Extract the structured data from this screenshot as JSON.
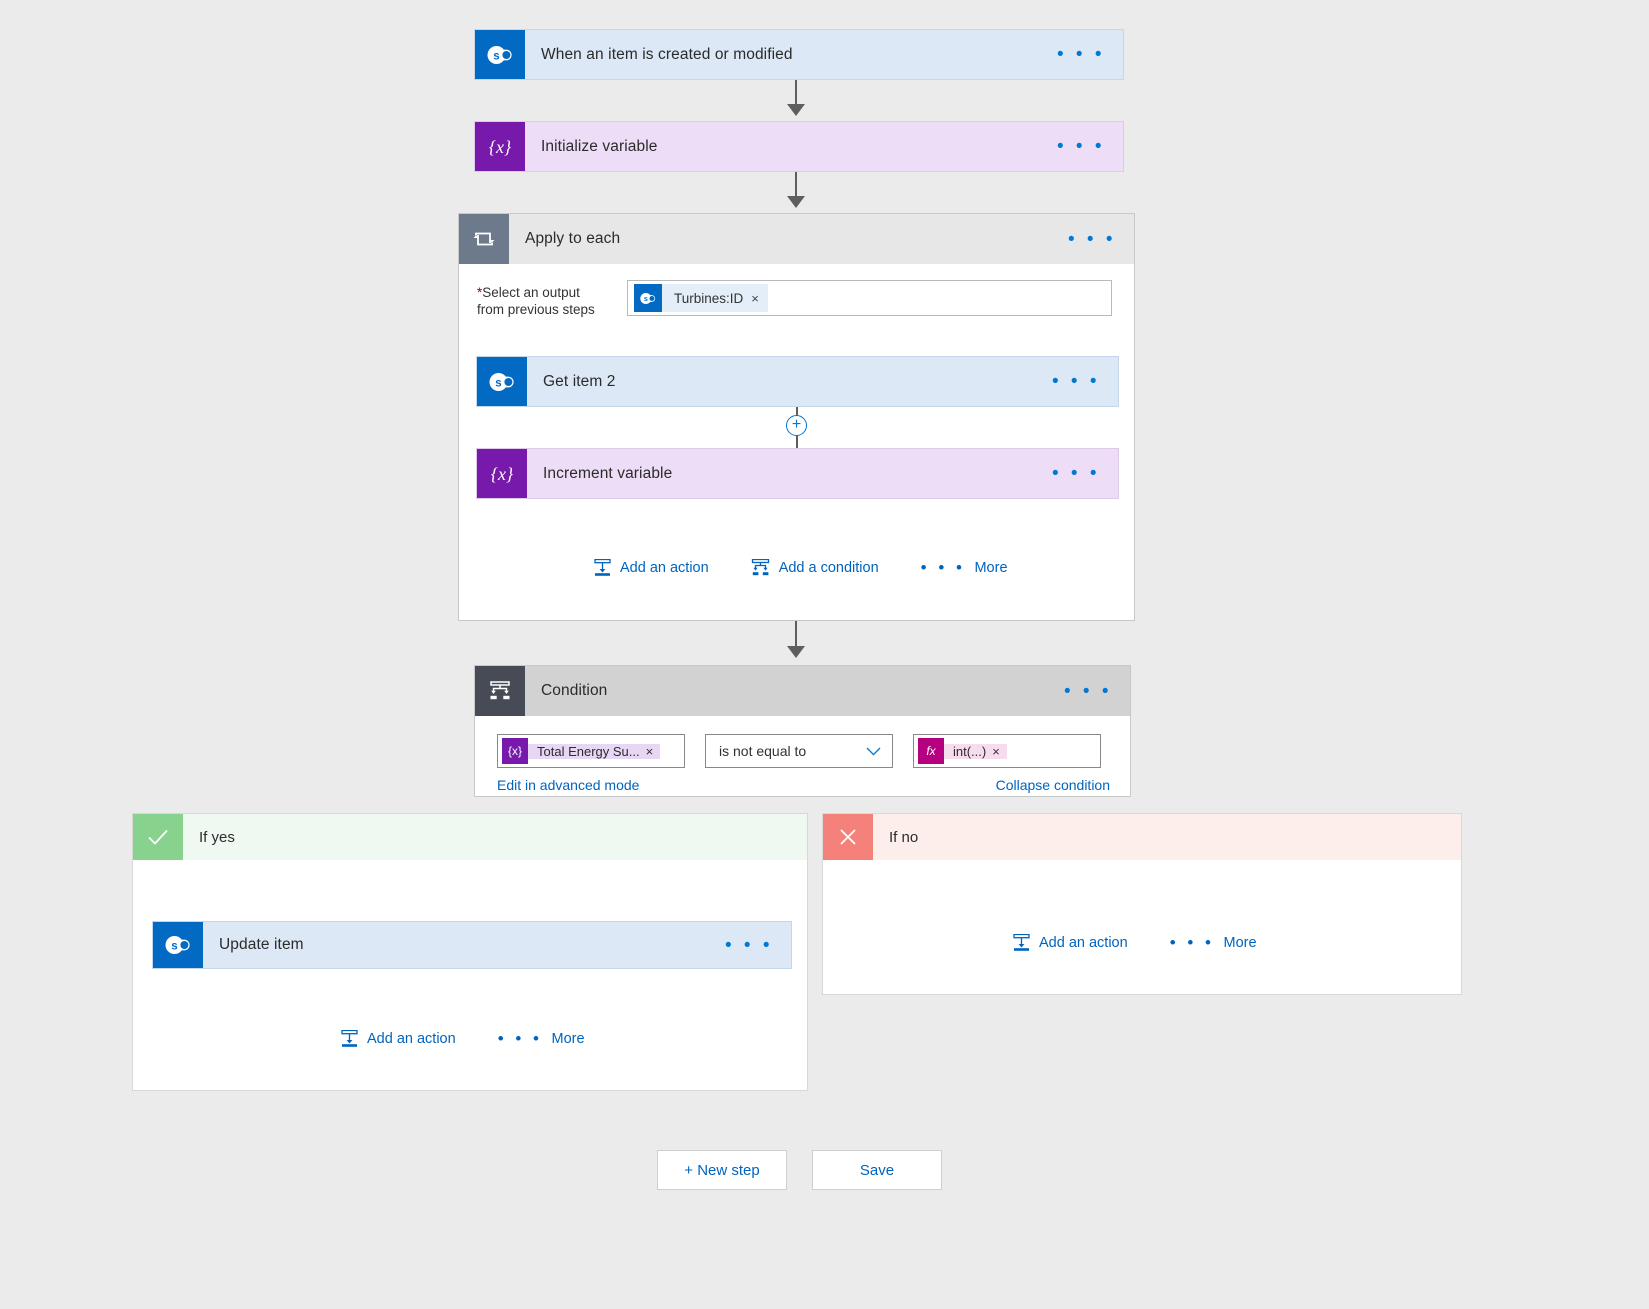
{
  "app": {
    "name": "Power Automate flow designer",
    "background_color": "#ebebeb",
    "accent_color": "#0078d4"
  },
  "steps": [
    {
      "id": "trigger",
      "title": "When an item is created or modified",
      "icon": "sharepoint-icon",
      "icon_color": "#036ac4",
      "body_color": "#dce8f5",
      "menu": "• • •"
    },
    {
      "id": "initialize-variable",
      "title": "Initialize variable",
      "icon": "variable-icon",
      "icon_color": "#7719aa",
      "body_color": "#eeddf7",
      "menu": "• • •"
    }
  ],
  "apply_to_each": {
    "title": "Apply to each",
    "icon": "loop-icon",
    "menu": "• • •",
    "field": {
      "required_marker": "*",
      "label": "Select an output from previous steps",
      "label_line1": "Select an output",
      "label_line2": "from previous steps",
      "token": {
        "icon": "sharepoint-icon",
        "label": "Turbines:ID",
        "remove": "×"
      }
    },
    "inner_steps": [
      {
        "id": "get-item-2",
        "title": "Get item 2",
        "icon": "sharepoint-icon",
        "icon_color": "#036ac4",
        "body_color": "#dce8f5",
        "menu": "• • •"
      },
      {
        "id": "increment-variable",
        "title": "Increment variable",
        "icon": "variable-icon",
        "icon_color": "#7719aa",
        "body_color": "#eeddf7",
        "menu": "• • •"
      }
    ],
    "insert_button": "+",
    "links": {
      "add_action": "Add an action",
      "add_condition": "Add a condition",
      "more": "More",
      "more_dots": "• • •"
    }
  },
  "condition": {
    "title": "Condition",
    "icon": "condition-icon",
    "menu": "• • •",
    "left_token": {
      "icon": "variable-icon",
      "label": "Total Energy Su...",
      "remove": "×"
    },
    "operator": {
      "selected": "is not equal to",
      "chevron": "∨"
    },
    "right_token": {
      "icon": "function-icon",
      "label": "int(...)",
      "remove": "×"
    },
    "advanced_link": "Edit in advanced mode",
    "collapse_link": "Collapse condition"
  },
  "branches": {
    "yes": {
      "title": "If yes",
      "icon": "checkmark-icon",
      "icon_color": "#87d28d",
      "steps": [
        {
          "id": "update-item",
          "title": "Update item",
          "icon": "sharepoint-icon",
          "icon_color": "#036ac4",
          "body_color": "#dce8f5",
          "menu": "• • •"
        }
      ],
      "links": {
        "add_action": "Add an action",
        "more": "More",
        "more_dots": "• • •"
      }
    },
    "no": {
      "title": "If no",
      "icon": "cross-icon",
      "icon_color": "#f4827a",
      "steps": [],
      "links": {
        "add_action": "Add an action",
        "more": "More",
        "more_dots": "• • •"
      }
    }
  },
  "footer": {
    "new_step": "+ New step",
    "save": "Save"
  }
}
